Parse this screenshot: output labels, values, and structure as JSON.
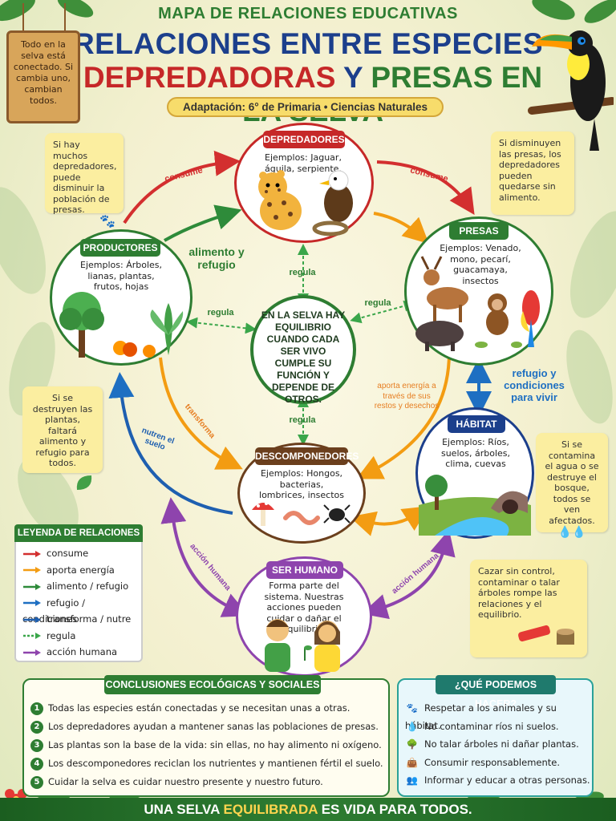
{
  "header": {
    "subtitle": "MAPA DE RELACIONES EDUCATIVAS",
    "title_line1": "RELACIONES ENTRE ESPECIES",
    "title_line2_part1": "DEPREDADORAS",
    "title_line2_part2": "Y",
    "title_line2_part3": "PRESAS EN LA SELVA",
    "pill": "Adaptación: 6° de Primaria  •  Ciencias Naturales"
  },
  "sign": "Todo en la selva está conectado. Si cambia uno, cambian todos.",
  "nodes": {
    "depredadores": {
      "title": "DEPREDADORES",
      "text": "Ejemplos: Jaguar, águila, serpiente."
    },
    "productores": {
      "title": "PRODUCTORES",
      "text": "Ejemplos: Árboles, lianas, plantas, frutos, hojas"
    },
    "presas": {
      "title": "PRESAS",
      "text": "Ejemplos: Venado, mono, pecarí, guacamaya, insectos"
    },
    "centro": "EN LA SELVA HAY EQUILIBRIO CUANDO CADA SER VIVO CUMPLE SU FUNCIÓN Y DEPENDE DE OTROS.",
    "descomponedores": {
      "title": "DESCOMPONEDORES",
      "text": "Ejemplos: Hongos, bacterias, lombrices, insectos"
    },
    "habitat": {
      "title": "HÁBITAT",
      "text": "Ejemplos: Ríos, suelos, árboles, clima, cuevas"
    },
    "humano": {
      "title": "SER HUMANO",
      "text": "Forma parte del sistema. Nuestras acciones pueden cuidar o dañar el equilibrio."
    }
  },
  "arrow_labels": {
    "consume_left": "consume",
    "consume_right": "consume",
    "alimento": "alimento y refugio",
    "regula_top": "regula",
    "regula_left": "regula",
    "regula_right": "regula",
    "regula_bottom": "regula",
    "aporta": "aporta energía a través de sus restos y desechos",
    "refugio": "refugio y condiciones para vivir",
    "transforma": "transforma",
    "nutre": "nutren el suelo",
    "accion_left": "acción humana",
    "accion_right": "acción humana"
  },
  "notes": {
    "top_left": "Si hay muchos depredadores, puede disminuir la población de presas.",
    "top_right": "Si disminuyen las presas, los depredadores pueden quedarse sin alimento.",
    "mid_left": "Si se destruyen las plantas, faltará alimento y refugio para todos.",
    "mid_right": "Si se contamina el agua o se destruye el bosque, todos se ven afectados.",
    "bottom_right": "Cazar sin control, contaminar o talar árboles rompe las relaciones y el equilibrio."
  },
  "legend": {
    "title": "LEYENDA DE RELACIONES",
    "items": [
      {
        "label": "consume",
        "color": "#d32f2f",
        "dashed": false
      },
      {
        "label": "aporta energía",
        "color": "#f39c12",
        "dashed": false
      },
      {
        "label": "alimento / refugio",
        "color": "#2e8b3a",
        "dashed": false
      },
      {
        "label": "refugio / condiciones",
        "color": "#1e6fc2",
        "dashed": false
      },
      {
        "label": "transforma / nutre",
        "color": "#1e5fb0",
        "dashed": false
      },
      {
        "label": "regula",
        "color": "#3aa64a",
        "dashed": true
      },
      {
        "label": "acción humana",
        "color": "#8e44ad",
        "dashed": false
      }
    ]
  },
  "conclusions": {
    "title": "CONCLUSIONES ECOLÓGICAS Y SOCIALES",
    "items": [
      "Todas las especies están conectadas y se necesitan unas a otras.",
      "Los depredadores ayudan a mantener sanas las poblaciones de presas.",
      "Las plantas son la base de la vida: sin ellas, no hay alimento ni oxígeno.",
      "Los descomponedores reciclan los nutrientes y mantienen fértil el suelo.",
      "Cuidar la selva es cuidar nuestro presente y nuestro futuro."
    ]
  },
  "actions": {
    "title": "¿QUÉ PODEMOS HACER?",
    "items": [
      {
        "icon": "paw-icon",
        "label": "Respetar a los animales y su hábitat."
      },
      {
        "icon": "water-drop-icon",
        "label": "No contaminar ríos ni suelos."
      },
      {
        "icon": "tree-icon",
        "label": "No talar árboles ni dañar plantas."
      },
      {
        "icon": "shopping-bag-icon",
        "label": "Consumir responsablemente."
      },
      {
        "icon": "people-icon",
        "label": "Informar y educar a otras personas."
      }
    ]
  },
  "footer": {
    "part1": "UNA SELVA",
    "part2": "EQUILIBRADA",
    "part3": "ES VIDA PARA TODOS."
  },
  "colors": {
    "red": "#c62828",
    "green": "#2e7d32",
    "orange": "#ef8f16",
    "blue": "#1e6fc2",
    "purple": "#8e44ad",
    "navy": "#1c3f8c"
  }
}
